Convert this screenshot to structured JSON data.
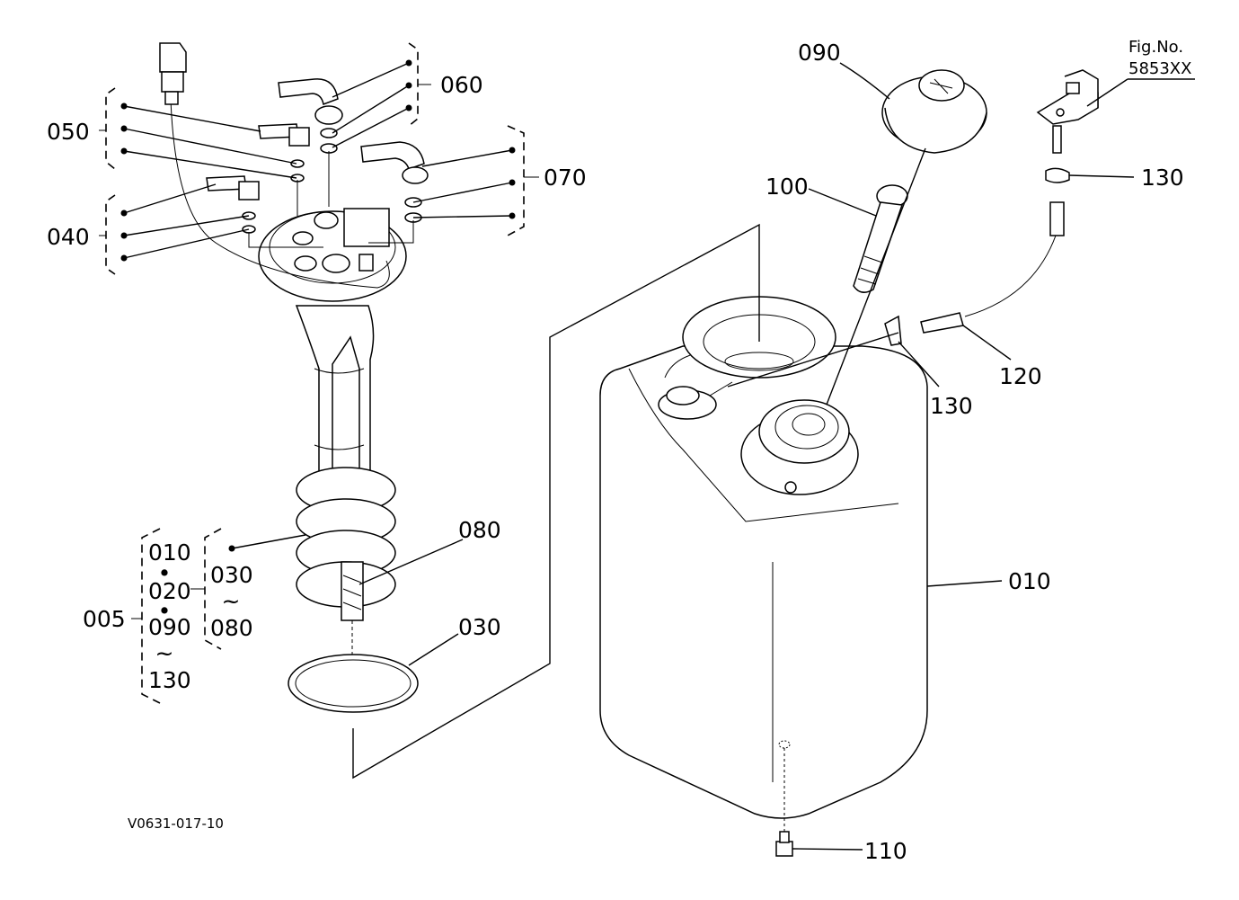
{
  "figure": {
    "fig_no_label": "Fig.No.",
    "fig_no_value": "5853XX",
    "drawing_code": "V0631-017-10"
  },
  "callouts": {
    "c005": "005",
    "c010a": "010",
    "c010b": "010",
    "c020": "020",
    "c030a": "030",
    "c030b": "030",
    "c040": "040",
    "c050": "050",
    "c060": "060",
    "c070": "070",
    "c080a": "080",
    "c080b": "080",
    "c090a": "090",
    "c090b": "090",
    "c100": "100",
    "c110": "110",
    "c120": "120",
    "c130a": "130",
    "c130b": "130",
    "c130c": "130",
    "dot_sep": "•",
    "tilde": "~"
  }
}
